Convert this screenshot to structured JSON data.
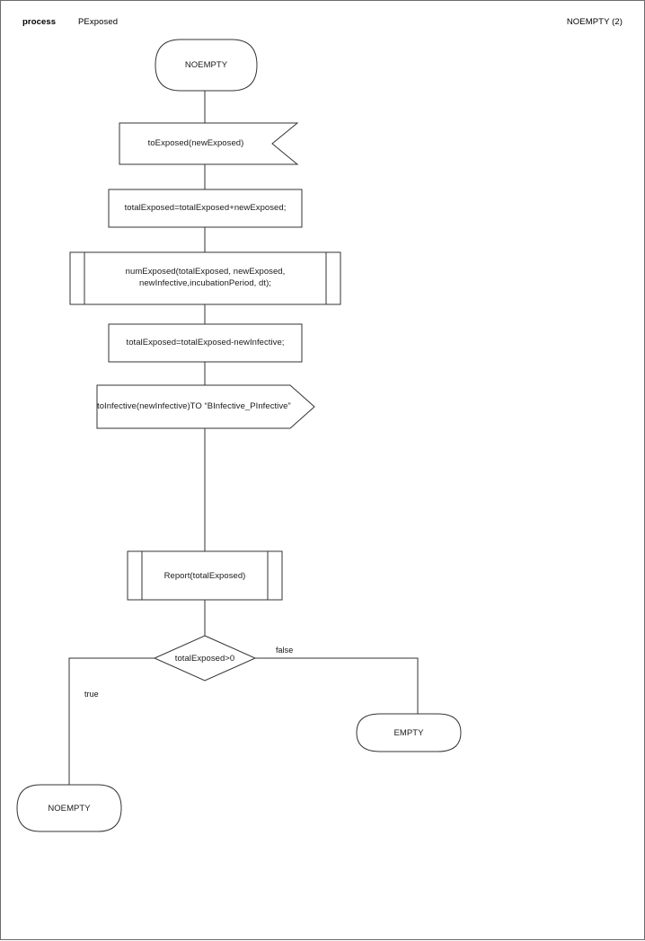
{
  "page": {
    "header_left_bold": "process",
    "header_left_name": "PExposed",
    "header_right": "NOEMPTY (2)",
    "border_color": "#6b6b70",
    "background": "#ffffff",
    "stroke_color": "#333333",
    "text_color": "#1a1a1a"
  },
  "diagram": {
    "type": "flowchart",
    "title": "PExposed process flowchart",
    "nodes": [
      {
        "id": "start",
        "shape": "terminator",
        "label": "NOEMPTY"
      },
      {
        "id": "receive",
        "shape": "signal-receive",
        "label": "toExposed(newExposed)"
      },
      {
        "id": "task1",
        "shape": "process",
        "label": "totalExposed=totalExposed+newExposed;"
      },
      {
        "id": "sub1",
        "shape": "predefined-process",
        "label_line1": "numExposed(totalExposed, newExposed,",
        "label_line2": "newInfective,incubationPeriod, dt);"
      },
      {
        "id": "task2",
        "shape": "process",
        "label": "totalExposed=totalExposed-newInfective;"
      },
      {
        "id": "send",
        "shape": "signal-send",
        "label": "toInfective(newInfective)TO “BInfective_PInfective”"
      },
      {
        "id": "sub2",
        "shape": "predefined-process",
        "label": "Report(totalExposed)"
      },
      {
        "id": "decision",
        "shape": "decision",
        "label": "totalExposed>0"
      },
      {
        "id": "end_empty",
        "shape": "terminator",
        "label": "EMPTY"
      },
      {
        "id": "end_noempty",
        "shape": "terminator",
        "label": "NOEMPTY"
      }
    ],
    "edges": [
      {
        "from": "start",
        "to": "receive",
        "label": ""
      },
      {
        "from": "receive",
        "to": "task1",
        "label": ""
      },
      {
        "from": "task1",
        "to": "sub1",
        "label": ""
      },
      {
        "from": "sub1",
        "to": "task2",
        "label": ""
      },
      {
        "from": "task2",
        "to": "send",
        "label": ""
      },
      {
        "from": "send",
        "to": "sub2",
        "label": ""
      },
      {
        "from": "sub2",
        "to": "decision",
        "label": ""
      },
      {
        "from": "decision",
        "to": "end_noempty",
        "label": "true"
      },
      {
        "from": "decision",
        "to": "end_empty",
        "label": "false"
      }
    ],
    "edge_labels": {
      "true": "true",
      "false": "false"
    }
  }
}
